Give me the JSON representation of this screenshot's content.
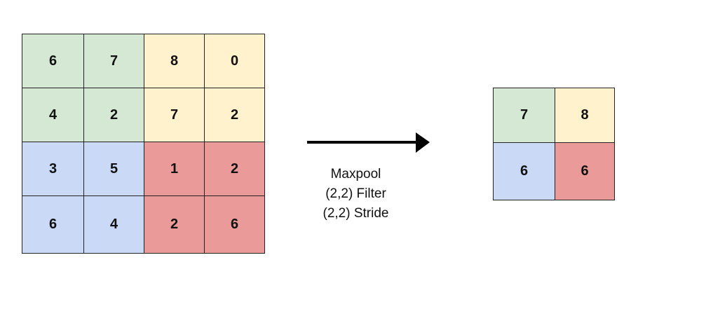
{
  "colors": {
    "green": "#d5e8d4",
    "yellow": "#fff2cc",
    "blue": "#cadaf6",
    "red": "#ea9a99",
    "border": "#222222",
    "arrow": "#000000"
  },
  "input_grid": {
    "rows": [
      [
        {
          "value": "6",
          "color": "green"
        },
        {
          "value": "7",
          "color": "green"
        },
        {
          "value": "8",
          "color": "yellow"
        },
        {
          "value": "0",
          "color": "yellow"
        }
      ],
      [
        {
          "value": "4",
          "color": "green"
        },
        {
          "value": "2",
          "color": "green"
        },
        {
          "value": "7",
          "color": "yellow"
        },
        {
          "value": "2",
          "color": "yellow"
        }
      ],
      [
        {
          "value": "3",
          "color": "blue"
        },
        {
          "value": "5",
          "color": "blue"
        },
        {
          "value": "1",
          "color": "red"
        },
        {
          "value": "2",
          "color": "red"
        }
      ],
      [
        {
          "value": "6",
          "color": "blue"
        },
        {
          "value": "4",
          "color": "blue"
        },
        {
          "value": "2",
          "color": "red"
        },
        {
          "value": "6",
          "color": "red"
        }
      ]
    ]
  },
  "output_grid": {
    "rows": [
      [
        {
          "value": "7",
          "color": "green"
        },
        {
          "value": "8",
          "color": "yellow"
        }
      ],
      [
        {
          "value": "6",
          "color": "blue"
        },
        {
          "value": "6",
          "color": "red"
        }
      ]
    ]
  },
  "caption": {
    "line1": "Maxpool",
    "line2": "(2,2) Filter",
    "line3": "(2,2) Stride"
  }
}
